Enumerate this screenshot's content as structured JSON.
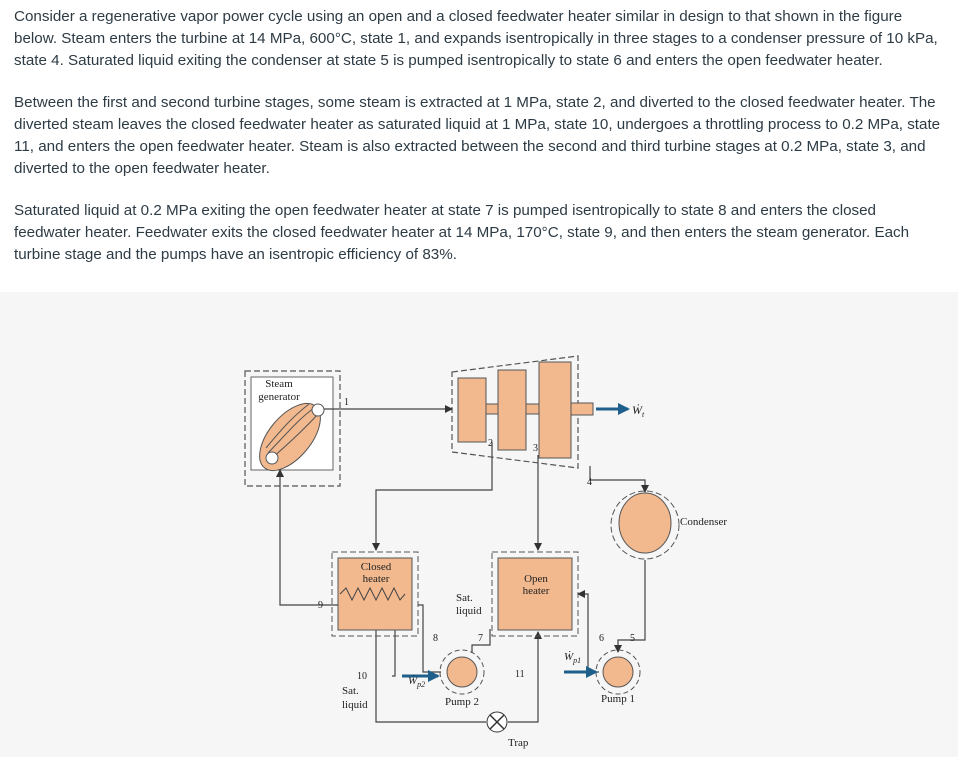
{
  "problem": {
    "paragraphs": [
      "Consider a regenerative vapor power cycle using an open and a closed feedwater heater similar in design to that shown in the figure below. Steam enters the turbine at 14 MPa, 600°C, state 1, and expands isentropically in three stages to a condenser pressure of 10 kPa, state 4. Saturated liquid exiting the condenser at state 5 is pumped isentropically to state 6 and enters the open feedwater heater.",
      "Between the first and second turbine stages, some steam is extracted at 1 MPa, state 2, and diverted to the closed feedwater heater. The diverted steam leaves the closed feedwater heater as saturated liquid at 1 MPa, state 10, undergoes a throttling process to 0.2 MPa, state 11, and enters the open feedwater heater. Steam is also extracted between the second and third turbine stages at 0.2 MPa, state 3, and diverted to the open feedwater heater.",
      "Saturated liquid at 0.2 MPa exiting the open feedwater heater at state 7 is pumped isentropically to state 8 and enters the closed feedwater heater. Feedwater exits the closed feedwater heater at 14 MPa, 170°C, state 9, and then enters the steam generator. Each turbine stage and the pumps have an isentropic efficiency of 83%."
    ]
  },
  "figure": {
    "labels": {
      "steam_generator_line1": "Steam",
      "steam_generator_line2": "generator",
      "condenser": "Condenser",
      "closed_heater_line1": "Closed",
      "closed_heater_line2": "heater",
      "open_heater_line1": "Open",
      "open_heater_line2": "heater",
      "sat_liquid_mid_line1": "Sat.",
      "sat_liquid_mid_line2": "liquid",
      "sat_liquid_low_line1": "Sat.",
      "sat_liquid_low_line2": "liquid",
      "pump1": "Pump 1",
      "pump2": "Pump 2",
      "trap": "Trap",
      "work_turbine": "Ẇ",
      "work_turbine_sub": "t",
      "work_pump1": "Ẇ",
      "work_pump1_sub": "p1",
      "work_pump2": "Ẇ",
      "work_pump2_sub": "p2"
    },
    "states": [
      "1",
      "2",
      "3",
      "4",
      "5",
      "6",
      "7",
      "8",
      "9",
      "10",
      "11"
    ],
    "colors": {
      "component_fill": "#f2b98f",
      "component_stroke": "#555555",
      "pipe": "#555555",
      "arrow": "#1f5f8b",
      "boundary": "#555555"
    }
  }
}
